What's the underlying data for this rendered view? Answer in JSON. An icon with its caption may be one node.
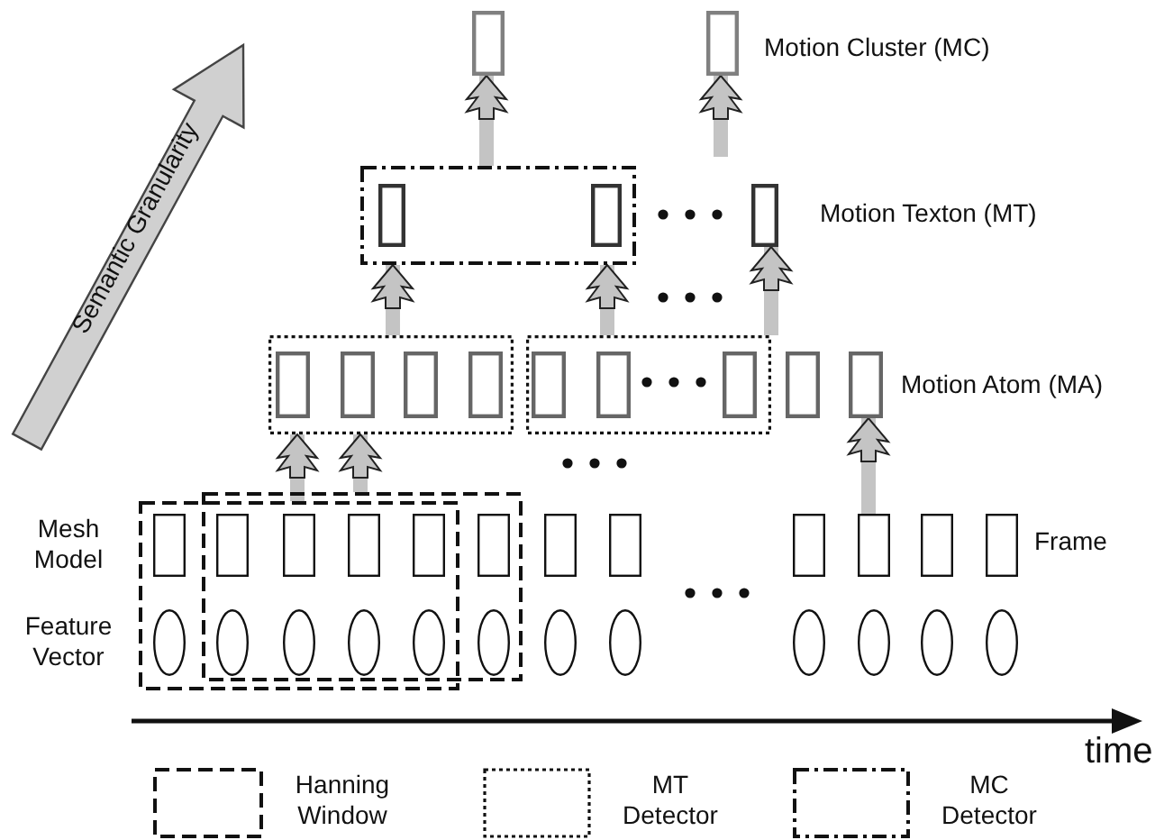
{
  "diagram": {
    "nodes": [
      {
        "text": [],
        "shape": "box"
      },
      {
        "text": [],
        "shape": "box"
      },
      {
        "text": [],
        "shape": "box"
      },
      {
        "text": [],
        "shape": "box",
        "in": 2
      },
      {
        "text": [],
        "shape": "box",
        "in": 2
      },
      {
        "text": [],
        "shape": "box"
      },
      {
        "text": [],
        "shape": "box"
      },
      {
        "text": [],
        "shape": "box",
        "in": 6
      },
      {
        "text": [],
        "shape": "box",
        "in": 6
      },
      {
        "text": [],
        "shape": "box",
        "in": 6
      },
      {
        "text": [],
        "shape": "box",
        "in": 6
      },
      {
        "text": [],
        "shape": "box"
      },
      {
        "text": [],
        "shape": "box",
        "in": 11
      },
      {
        "text": [],
        "shape": "box",
        "in": 11
      },
      {
        "text": [],
        "shape": "box",
        "in": 11
      },
      {
        "text": [],
        "shape": "box"
      },
      {
        "text": [],
        "shape": "box"
      },
      {
        "text": [],
        "shape": "box"
      },
      {
        "text": [],
        "shape": "box"
      },
      {
        "text": [],
        "shape": "box",
        "in": 17
      },
      {
        "text": [],
        "shape": "box"
      },
      {
        "text": [],
        "shape": "box"
      },
      {
        "text": [],
        "shape": "box"
      },
      {
        "text": [],
        "shape": "box"
      },
      {
        "text": [],
        "shape": "box",
        "in": 18
      },
      {
        "text": [],
        "shape": "box"
      },
      {
        "text": [],
        "shape": "box"
      },
      {
        "text": [],
        "shape": "box"
      },
      {
        "text": [],
        "shape": "box"
      },
      {
        "text": [],
        "shape": "box"
      },
      {
        "text": [],
        "shape": "box"
      },
      {
        "text": [],
        "shape": "ellipse",
        "in": 17
      },
      {
        "text": [],
        "shape": "ellipse"
      },
      {
        "text": [],
        "shape": "ellipse"
      },
      {
        "text": [],
        "shape": "ellipse"
      },
      {
        "text": [],
        "shape": "ellipse"
      },
      {
        "text": [],
        "shape": "ellipse",
        "in": 18
      },
      {
        "text": [],
        "shape": "ellipse"
      },
      {
        "text": [],
        "shape": "ellipse"
      },
      {
        "text": [],
        "shape": "ellipse"
      },
      {
        "text": [],
        "shape": "ellipse"
      },
      {
        "text": [],
        "shape": "ellipse"
      },
      {
        "text": [],
        "shape": "ellipse"
      }
    ],
    "edges": [
      {
        "from": 2,
        "to": 0,
        "arrow": "to"
      },
      {
        "from": null,
        "to": 1,
        "arrow": "to"
      },
      {
        "from": 6,
        "to": 2,
        "arrow": "to"
      },
      {
        "from": 11,
        "to": 2,
        "arrow": "to"
      },
      {
        "from": 11,
        "to": 5,
        "arrow": "to"
      },
      {
        "from": 17,
        "to": 6,
        "arrow": "to"
      },
      {
        "from": 18,
        "to": 6,
        "arrow": "to"
      },
      {
        "from": 28,
        "to": 16,
        "arrow": "to"
      }
    ],
    "labels": [
      "Semantic Granularity",
      "Motion Cluster (MC)",
      "Motion Texton (MT)",
      "Motion Atom (MA)",
      "Mesh Model",
      "Frame",
      "Feature Vector",
      "time"
    ],
    "legend": [
      {
        "text": "Hanning Window"
      },
      {
        "text": "MT Detector"
      },
      {
        "text": "MC Detector"
      }
    ]
  }
}
